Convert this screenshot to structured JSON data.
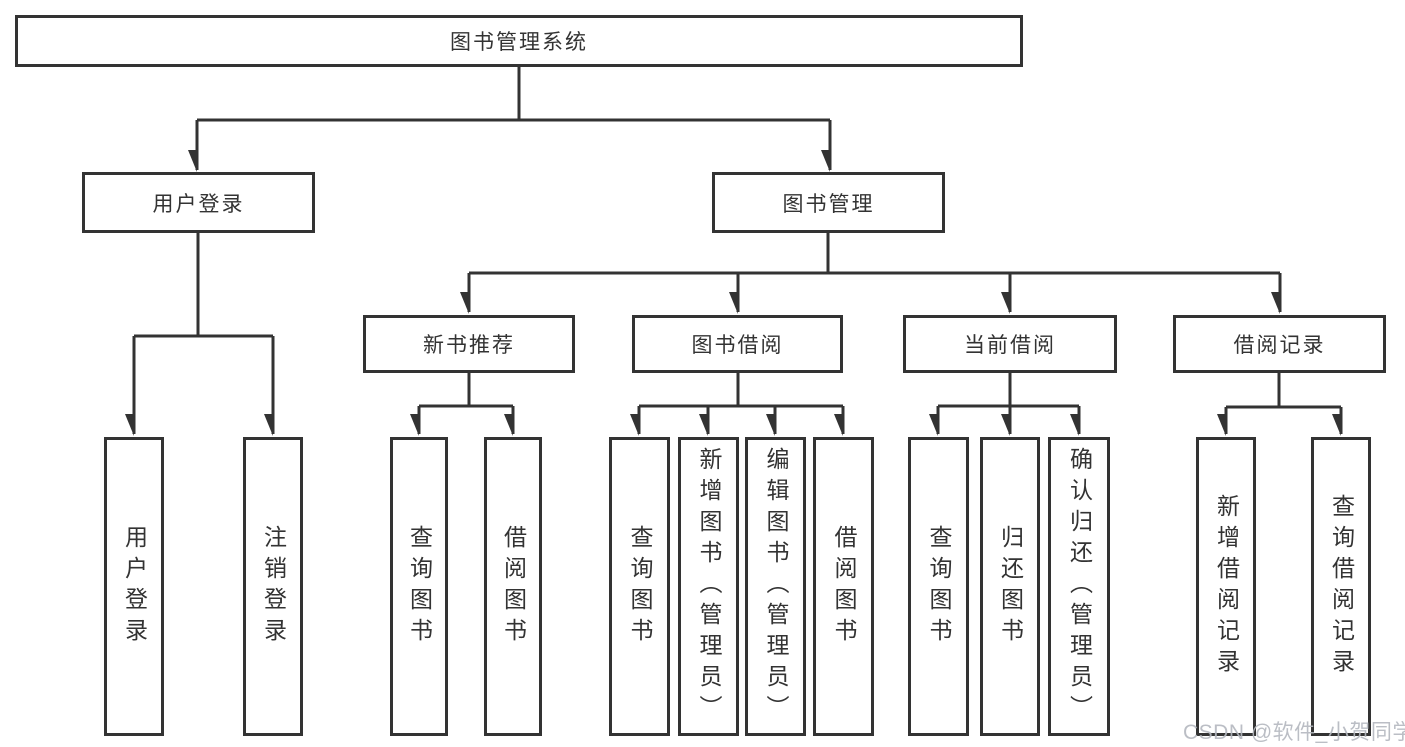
{
  "colors": {
    "line": "#333333",
    "box_border": "#333333",
    "text": "#333333",
    "background": "#ffffff",
    "watermark": "#b4b8bf"
  },
  "watermark": {
    "text": "CSDN @软件_小贺同学"
  },
  "tree": {
    "label": "图书管理系统",
    "children": [
      {
        "label": "用户登录",
        "children": [
          {
            "label": "用户登录"
          },
          {
            "label": "注销登录"
          }
        ]
      },
      {
        "label": "图书管理",
        "children": [
          {
            "label": "新书推荐",
            "children": [
              {
                "label": "查询图书"
              },
              {
                "label": "借阅图书"
              }
            ]
          },
          {
            "label": "图书借阅",
            "children": [
              {
                "label": "查询图书"
              },
              {
                "label": "新增图书（管理员）"
              },
              {
                "label": "编辑图书（管理员）"
              },
              {
                "label": "借阅图书"
              }
            ]
          },
          {
            "label": "当前借阅",
            "children": [
              {
                "label": "查询图书"
              },
              {
                "label": "归还图书"
              },
              {
                "label": "确认归还（管理员）"
              }
            ]
          },
          {
            "label": "借阅记录",
            "children": [
              {
                "label": "新增借阅记录"
              },
              {
                "label": "查询借阅记录"
              }
            ]
          }
        ]
      }
    ]
  }
}
